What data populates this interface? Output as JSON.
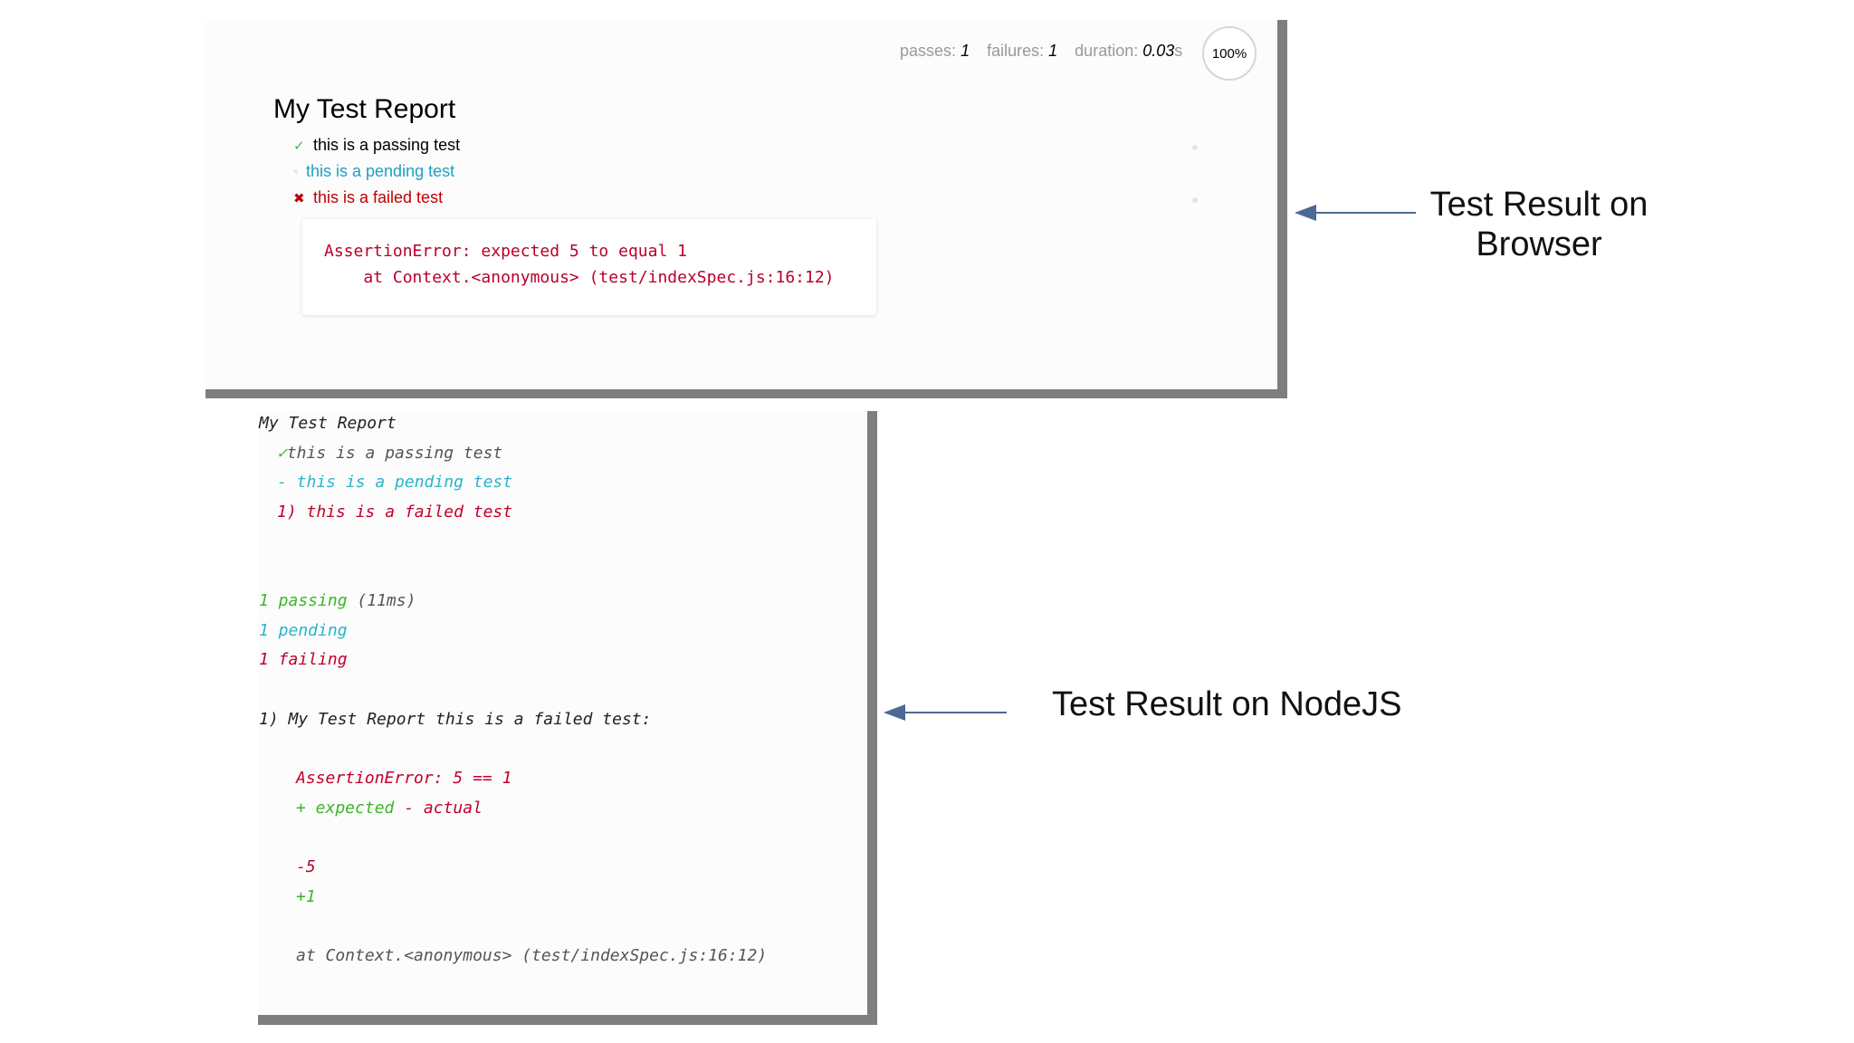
{
  "browser": {
    "stats": {
      "passes_label": "passes:",
      "passes_value": "1",
      "failures_label": "failures:",
      "failures_value": "1",
      "duration_label": "duration:",
      "duration_value": "0.03",
      "duration_unit": "s",
      "progress": "100%"
    },
    "suite_title": "My Test Report",
    "tests": {
      "passing": {
        "icon": "check-icon",
        "glyph": "✓",
        "label": "this is a passing test"
      },
      "pending": {
        "icon": "bullet-icon",
        "glyph": "◦",
        "label": "this is a pending test"
      },
      "failed": {
        "icon": "cross-icon",
        "glyph": "✖",
        "label": "this is a failed test"
      }
    },
    "error": {
      "line1": "AssertionError: expected 5 to equal 1",
      "line2": "    at Context.<anonymous> (test/indexSpec.js:16:12)"
    }
  },
  "annotations": {
    "browser_caption_line1": "Test Result on",
    "browser_caption_line2": "Browser",
    "node_caption": "Test Result on NodeJS"
  },
  "node": {
    "suite_title": "My Test Report",
    "pass_mark": "✓",
    "pass_line": "this is a passing test",
    "pending_line": "- this is a pending test",
    "failed_line": "1) this is a failed test",
    "summary_passing": "1 passing",
    "summary_duration": "(11ms)",
    "summary_pending": "1 pending",
    "summary_failing": "1 failing",
    "failure_header": "1) My Test Report this is a failed test:",
    "assertion": "AssertionError: 5 == 1",
    "diff_legend_expected": "+ expected",
    "diff_legend_actual": "- actual",
    "diff_minus": "-5",
    "diff_plus": "+1",
    "stack": "at Context.<anonymous> (test/indexSpec.js:16:12)"
  },
  "colors": {
    "frame": "#7e7e80",
    "pass": "#3cb526",
    "pending": "#28b5c8",
    "fail": "#c0002a",
    "arrow": "#4a6a94"
  }
}
